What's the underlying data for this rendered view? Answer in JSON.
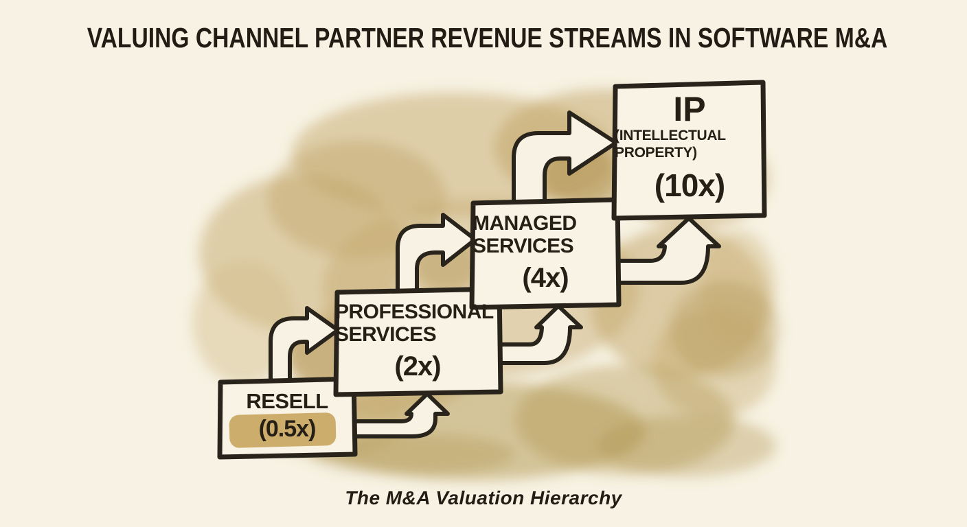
{
  "title": "VALUING CHANNEL PARTNER REVENUE STREAMS IN SOFTWARE M&A",
  "caption": "The M&A Valuation Hierarchy",
  "palette": {
    "paper": "#f7f2e3",
    "ink": "#29241b",
    "wash_tan": "#c6a96e",
    "wash_dark": "#b09250",
    "highlight": "#c8a55e"
  },
  "steps": [
    {
      "label": "RESELL",
      "multiple": "(0.5x)",
      "multiple_highlighted": true
    },
    {
      "label": "PROFESSIONAL SERVICES",
      "multiple": "(2x)"
    },
    {
      "label": "MANAGED SERVICES",
      "multiple": "(4x)"
    },
    {
      "label": "IP",
      "sublabel": "(INTELLECTUAL PROPERTY)",
      "multiple": "(10x)"
    }
  ]
}
